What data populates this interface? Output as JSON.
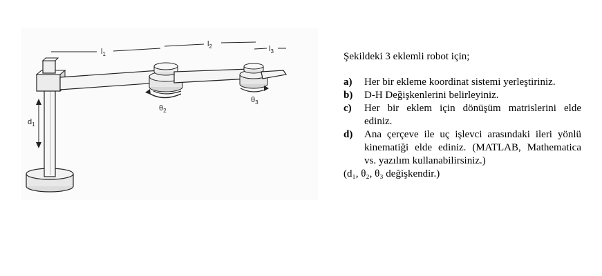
{
  "figure": {
    "labels": {
      "l1": "l",
      "l1_sub": "1",
      "l2": "l",
      "l2_sub": "2",
      "l3": "l",
      "l3_sub": "3",
      "d1": "d",
      "d1_sub": "1",
      "t2": "θ",
      "t2_sub": "2",
      "t3": "θ",
      "t3_sub": "3"
    }
  },
  "text": {
    "intro": "Şekildeki 3 eklemli robot için;",
    "items": [
      {
        "letter": "a)",
        "body": "Her bir ekleme koordinat sistemi yerleştiriniz."
      },
      {
        "letter": "b)",
        "body": "D-H Değişkenlerini belirleyiniz."
      },
      {
        "letter": "c)",
        "body": "Her bir eklem için dönüşüm matrislerini elde ediniz."
      },
      {
        "letter": "d)",
        "body": "Ana çerçeve ile uç işlevci arasındaki ileri yönlü kinematiği elde ediniz. (MATLAB, Mathematica vs. yazılım kullanabilirsiniz.)"
      }
    ],
    "footnote": "(d₁, θ₂, θ₃ değişkendir.)"
  }
}
